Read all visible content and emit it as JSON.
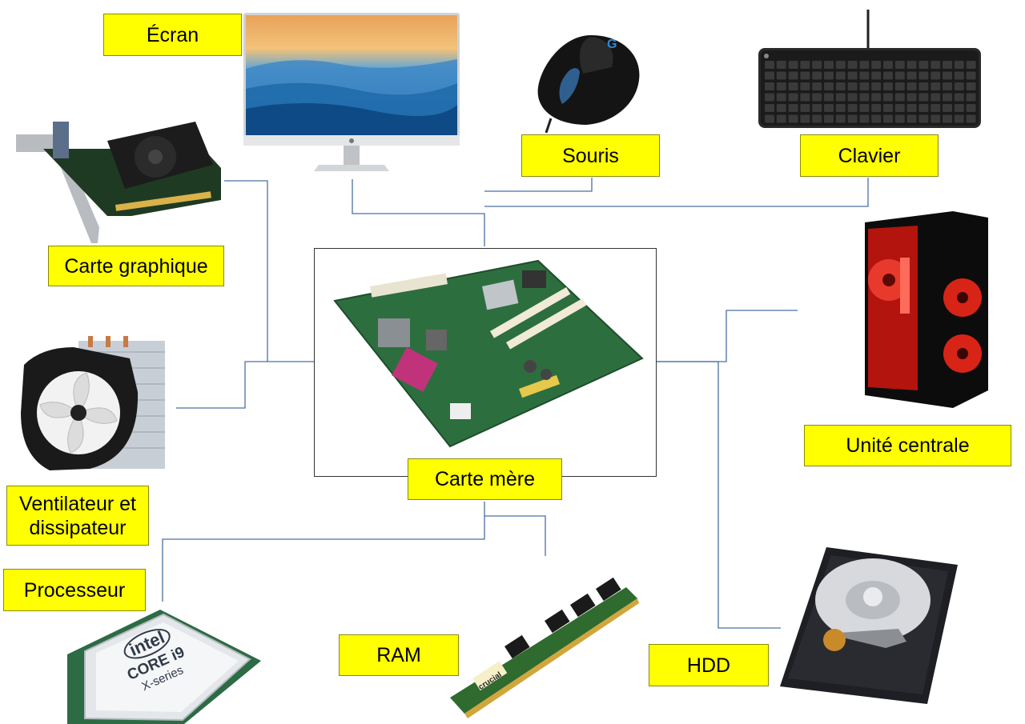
{
  "labels": {
    "screen": "Écran",
    "mouse": "Souris",
    "keyboard": "Clavier",
    "gpu": "Carte graphique",
    "motherboard": "Carte mère",
    "case": "Unité centrale",
    "cooler": "Ventilateur et dissipateur",
    "cpu": "Processeur",
    "ram": "RAM",
    "hdd": "HDD"
  },
  "logos": {
    "cpu_brand": "intel",
    "cpu_model": "CORE i9",
    "cpu_series": "X-series",
    "ram_brand": "crucial"
  },
  "colors": {
    "label_bg": "#ffff00",
    "connector": "#4a6fa5"
  }
}
